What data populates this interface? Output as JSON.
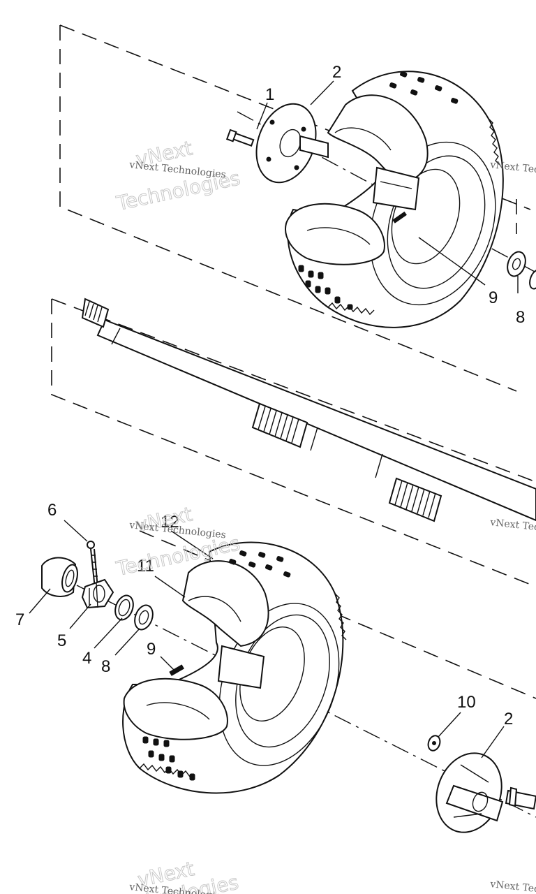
{
  "diagram": {
    "callouts": {
      "c1": "1",
      "c2_top": "2",
      "c9_top": "9",
      "c8_top": "8",
      "c6": "6",
      "c12": "12",
      "c11": "11",
      "c7": "7",
      "c5": "5",
      "c4": "4",
      "c8_bottom": "8",
      "c9_bottom": "9",
      "c10": "10",
      "c2_bottom": "2"
    },
    "watermark": {
      "brand_top": "vNext",
      "brand_bottom": "Technologies",
      "caption": "vNext Technologies"
    }
  }
}
